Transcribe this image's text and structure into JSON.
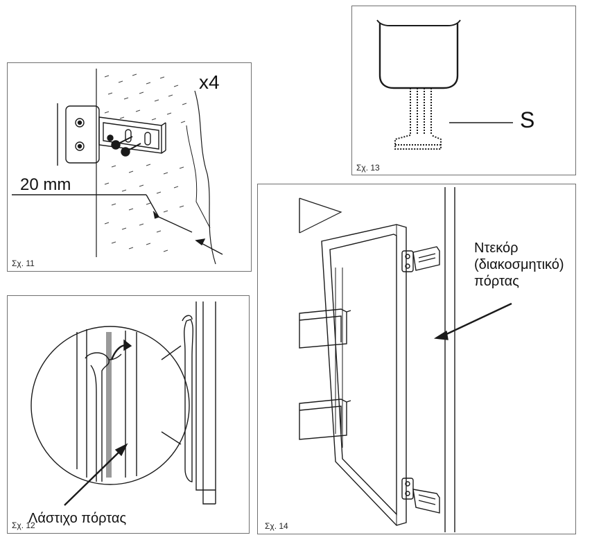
{
  "figures": {
    "fig11": {
      "caption": "Σχ. 11",
      "quantity": "x4",
      "measurement": "20 mm"
    },
    "fig12": {
      "caption": "Σχ. 12",
      "label": "Λάστιχο πόρτας"
    },
    "fig13": {
      "caption": "Σχ. 13",
      "label": "S"
    },
    "fig14": {
      "caption": "Σχ. 14",
      "label_lines": [
        "Ντεκόρ",
        "(διακοσμητικό)",
        "πόρτας"
      ]
    }
  },
  "colors": {
    "line": "#1a1a1a",
    "frame": "#6f6f6f",
    "gray_strip": "#9a9a9a"
  }
}
